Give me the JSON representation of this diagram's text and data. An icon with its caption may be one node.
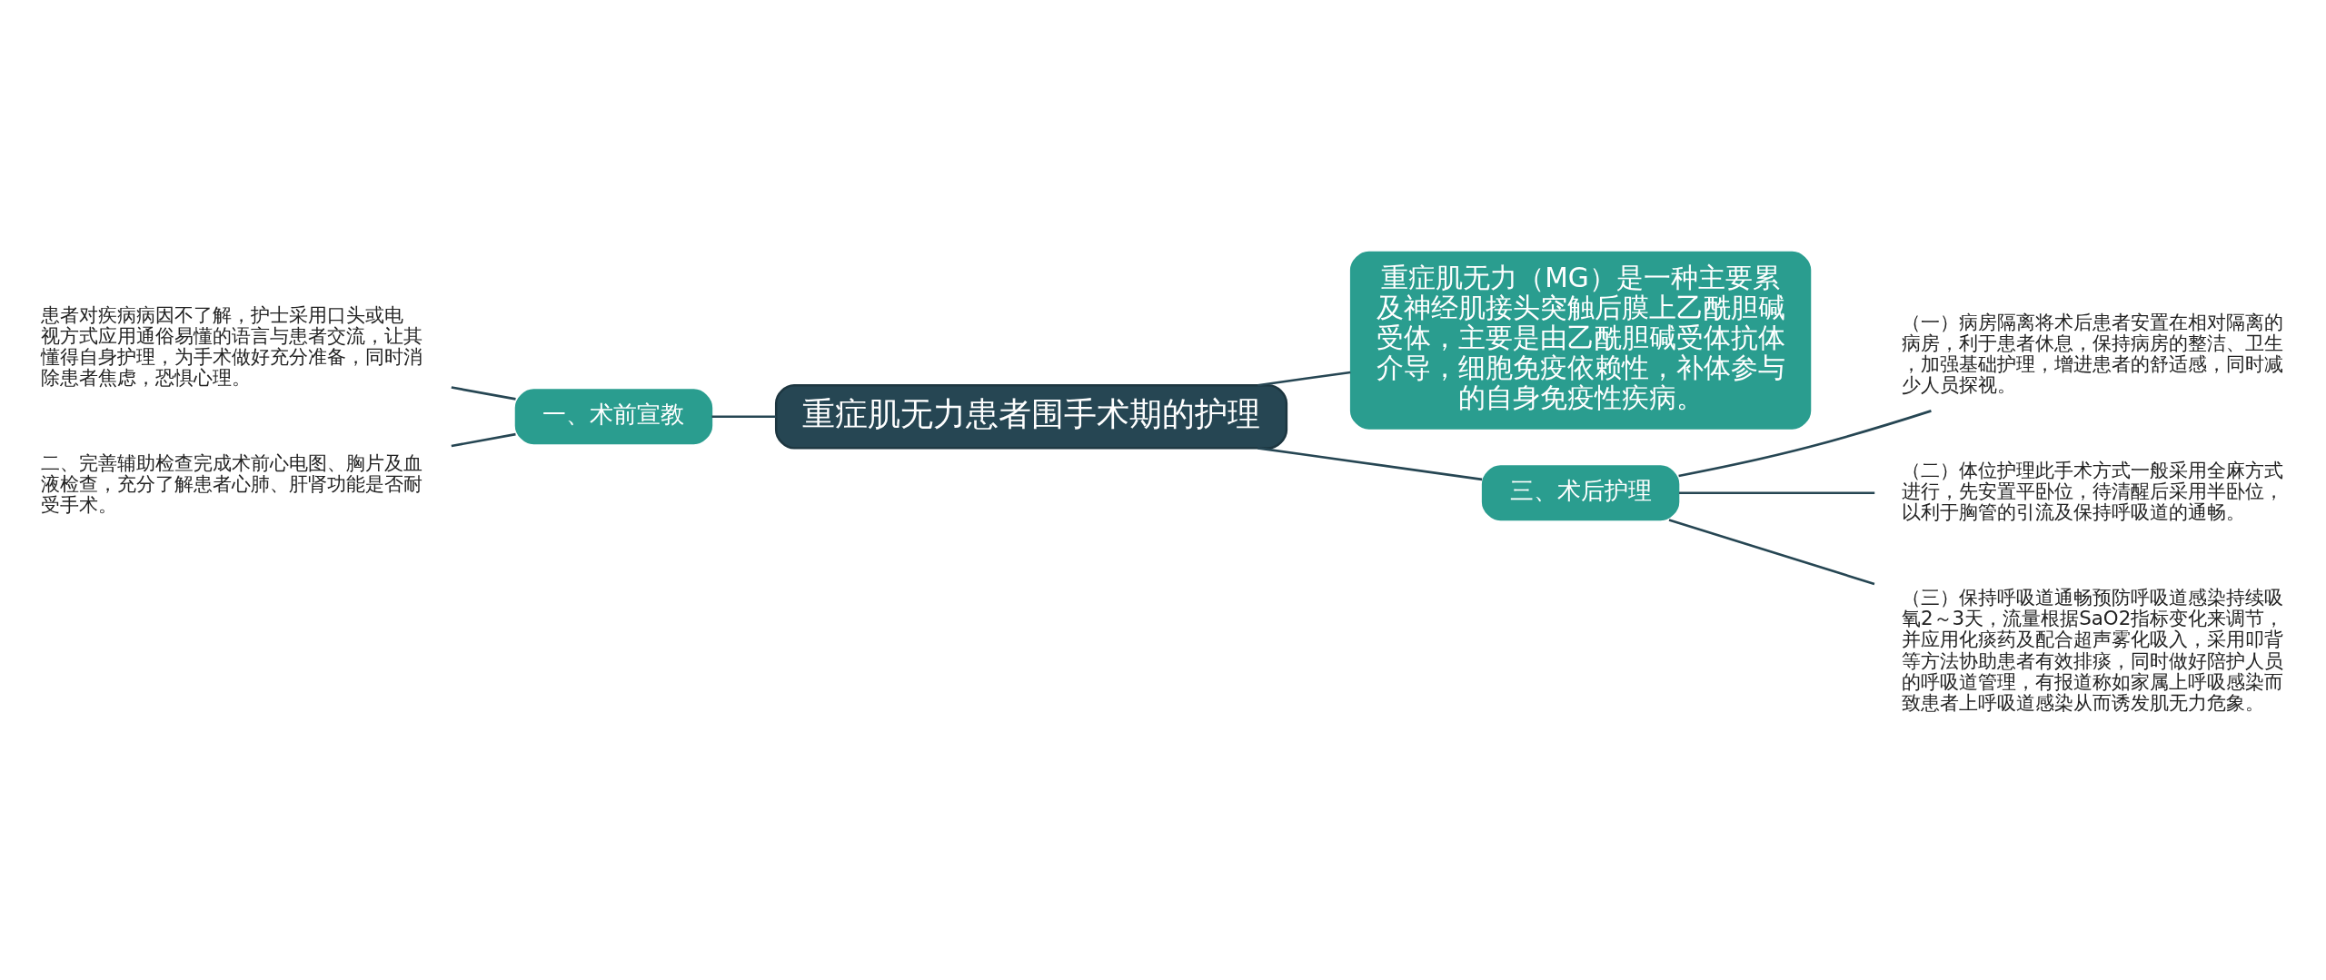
{
  "diagram": {
    "nodes": [
      {
        "text": [
          "重症肌无力患者围手术期的护理"
        ]
      },
      {
        "text": [
          "重症肌无力（MG）是一种主要累及神经肌接头突触后膜上乙酰胆碱受体，主要是由乙酰胆碱受体抗体介导，细胞免疫依赖性，补体参与的自身免疫性疾病。"
        ]
      },
      {
        "text": [
          "一、术前宣教"
        ]
      },
      {
        "text": [
          " 患者对疾病病因不了解，护士采用口头或电视方式应用通俗易懂的语言与患者交流，让其懂得自身护理，为手术做好充分准备，同时消除患者焦虑，恐惧心理。"
        ]
      },
      {
        "text": [
          "二、完善辅助检查完成术前心电图、胸片及血液检查，充分了解患者心肺、肝肾功能是否耐受手术。"
        ]
      },
      {
        "text": [
          "三、术后护理"
        ]
      },
      {
        "text": [
          "（一）病房隔离将术后患者安置在相对隔离的病房，利于患者休息，保持病房的整洁、卫生，加强基础护理，增进患者的舒适感，同时减少人员探视。"
        ]
      },
      {
        "text": [
          "（二）体位护理此手术方式一般采用全麻方式进行，先安置平卧位，待清醒后采用半卧位，以利于胸管的引流及保持呼吸道的通畅。"
        ]
      },
      {
        "text": [
          "（三）保持呼吸道通畅预防呼吸道感染持续吸氧2～3天，流量根据SaO2指标变化来调节，并应用化痰药及配合超声雾化吸入，采用叩背等方法协助患者有效排痰，同时做好陪护人员的呼吸道管理，有报道称如家属上呼吸感染而致患者上呼吸道感染从而诱发肌无力危象。"
        ]
      }
    ],
    "edges": [
      {
        "from": 0,
        "to": 1,
        "arrow": "none"
      },
      {
        "from": 0,
        "to": 2,
        "arrow": "none"
      },
      {
        "from": 2,
        "to": 3,
        "arrow": "none"
      },
      {
        "from": 2,
        "to": 4,
        "arrow": "none"
      },
      {
        "from": 0,
        "to": 5,
        "arrow": "none"
      },
      {
        "from": 5,
        "to": 6,
        "arrow": "none"
      },
      {
        "from": 5,
        "to": 7,
        "arrow": "none"
      },
      {
        "from": 5,
        "to": 8,
        "arrow": "none"
      }
    ]
  }
}
